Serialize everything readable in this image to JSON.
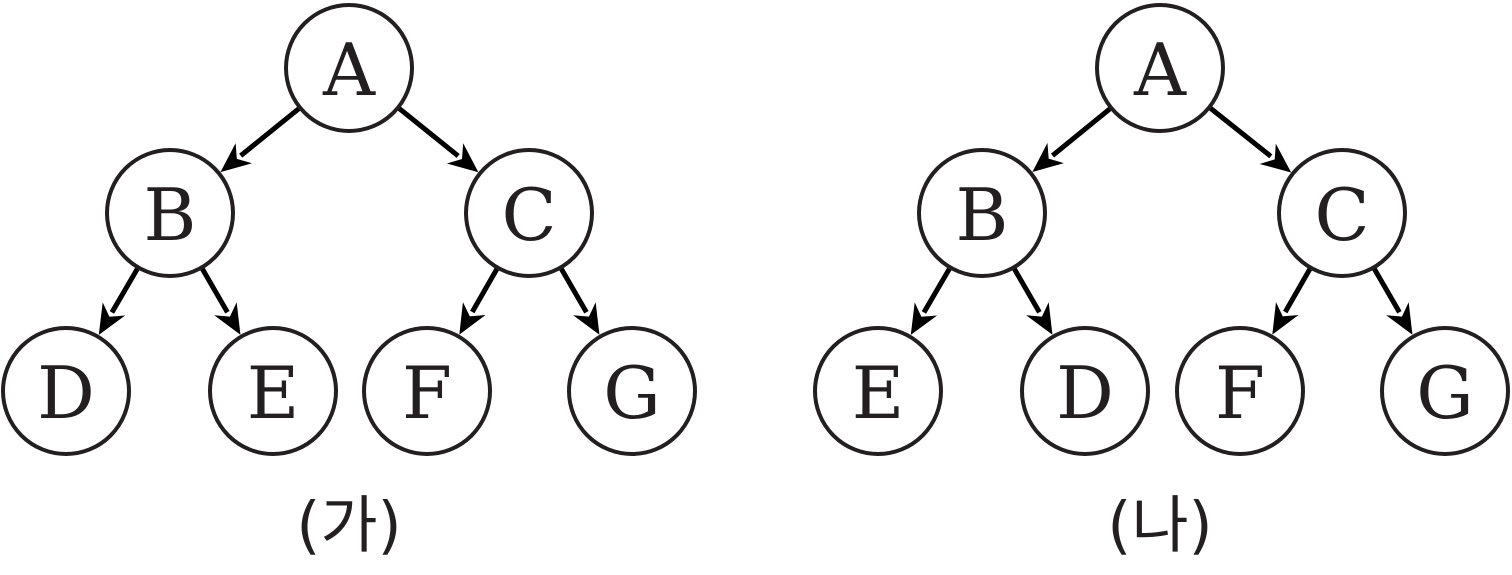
{
  "trees": [
    {
      "caption": "(가)",
      "nodes": [
        {
          "id": "A",
          "label": "A"
        },
        {
          "id": "B",
          "label": "B"
        },
        {
          "id": "C",
          "label": "C"
        },
        {
          "id": "L1",
          "label": "D"
        },
        {
          "id": "L2",
          "label": "E"
        },
        {
          "id": "L3",
          "label": "F"
        },
        {
          "id": "L4",
          "label": "G"
        }
      ],
      "edges": [
        {
          "from": "A",
          "to": "B"
        },
        {
          "from": "A",
          "to": "C"
        },
        {
          "from": "B",
          "to": "L1"
        },
        {
          "from": "B",
          "to": "L2"
        },
        {
          "from": "C",
          "to": "L3"
        },
        {
          "from": "C",
          "to": "L4"
        }
      ]
    },
    {
      "caption": "(나)",
      "nodes": [
        {
          "id": "A",
          "label": "A"
        },
        {
          "id": "B",
          "label": "B"
        },
        {
          "id": "C",
          "label": "C"
        },
        {
          "id": "L1",
          "label": "E"
        },
        {
          "id": "L2",
          "label": "D"
        },
        {
          "id": "L3",
          "label": "F"
        },
        {
          "id": "L4",
          "label": "G"
        }
      ],
      "edges": [
        {
          "from": "A",
          "to": "B"
        },
        {
          "from": "A",
          "to": "C"
        },
        {
          "from": "B",
          "to": "L1"
        },
        {
          "from": "B",
          "to": "L2"
        },
        {
          "from": "C",
          "to": "L3"
        },
        {
          "from": "C",
          "to": "L4"
        }
      ]
    }
  ]
}
